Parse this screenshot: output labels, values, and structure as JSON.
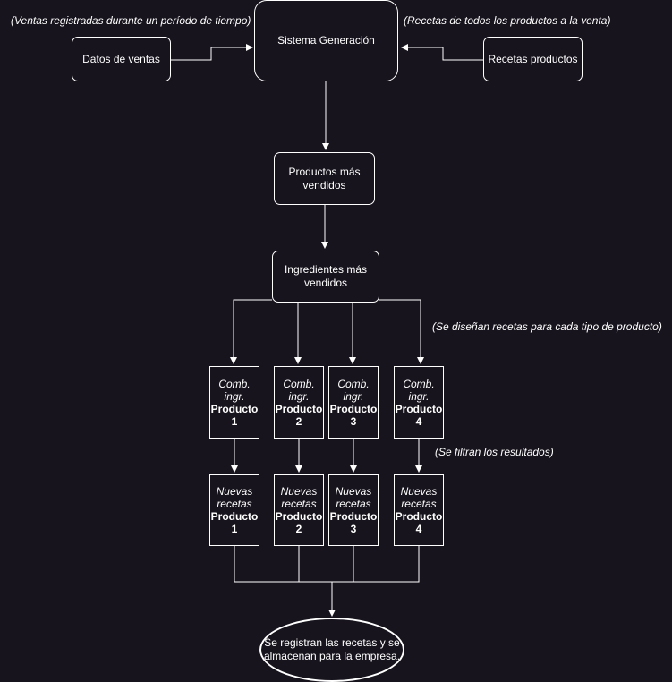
{
  "annotations": {
    "sales_note": "(Ventas registradas durante un período de tiempo)",
    "recipes_note": "(Recetas de todos los productos a la venta)",
    "design_note": "(Se diseñan recetas para cada tipo de producto)",
    "filter_note": "(Se filtran los resultados)"
  },
  "nodes": {
    "sales_data": "Datos de ventas",
    "system": "Sistema Generación",
    "product_recipes": "Recetas productos",
    "top_products": "Productos más vendidos",
    "top_ingredients": "Ingredientes más vendidos",
    "final": "Se registran las recetas y se almacenan para la empresa."
  },
  "combos": [
    {
      "l1": "Comb.",
      "l2": "ingr.",
      "l3": "Producto",
      "l4": "1"
    },
    {
      "l1": "Comb.",
      "l2": "ingr.",
      "l3": "Producto",
      "l4": "2"
    },
    {
      "l1": "Comb.",
      "l2": "ingr.",
      "l3": "Producto",
      "l4": "3"
    },
    {
      "l1": "Comb.",
      "l2": "ingr.",
      "l3": "Producto",
      "l4": "4"
    }
  ],
  "new_recipes": [
    {
      "l1": "Nuevas",
      "l2": "recetas",
      "l3": "Producto",
      "l4": "1"
    },
    {
      "l1": "Nuevas",
      "l2": "recetas",
      "l3": "Producto",
      "l4": "2"
    },
    {
      "l1": "Nuevas",
      "l2": "recetas",
      "l3": "Producto",
      "l4": "3"
    },
    {
      "l1": "Nuevas",
      "l2": "recetas",
      "l3": "Producto",
      "l4": "4"
    }
  ],
  "colors": {
    "background": "#18141d",
    "stroke": "#ffffff"
  }
}
